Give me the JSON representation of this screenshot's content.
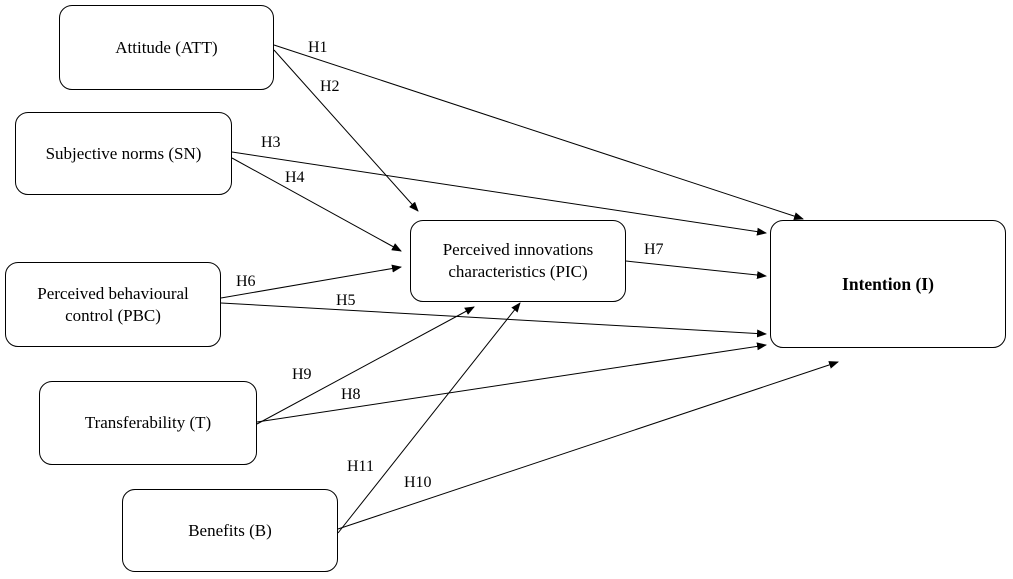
{
  "nodes": {
    "att": "Attitude (ATT)",
    "sn": "Subjective norms (SN)",
    "pbc": "Perceived behavioural\ncontrol (PBC)",
    "t": "Transferability (T)",
    "b": "Benefits (B)",
    "pic": "Perceived innovations\ncharacteristics (PIC)",
    "i": "Intention (I)"
  },
  "edges": [
    {
      "id": "H1",
      "from": "att",
      "to": "i",
      "label": "H1"
    },
    {
      "id": "H2",
      "from": "att",
      "to": "pic",
      "label": "H2"
    },
    {
      "id": "H3",
      "from": "sn",
      "to": "i",
      "label": "H3"
    },
    {
      "id": "H4",
      "from": "sn",
      "to": "pic",
      "label": "H4"
    },
    {
      "id": "H5",
      "from": "pbc",
      "to": "i",
      "label": "H5"
    },
    {
      "id": "H6",
      "from": "pbc",
      "to": "pic",
      "label": "H6"
    },
    {
      "id": "H7",
      "from": "pic",
      "to": "i",
      "label": "H7"
    },
    {
      "id": "H8",
      "from": "t",
      "to": "i",
      "label": "H8"
    },
    {
      "id": "H9",
      "from": "t",
      "to": "pic",
      "label": "H9"
    },
    {
      "id": "H10",
      "from": "b",
      "to": "i",
      "label": "H10"
    },
    {
      "id": "H11",
      "from": "b",
      "to": "pic",
      "label": "H11"
    }
  ],
  "colors": {
    "stroke": "#000000",
    "background": "#ffffff"
  }
}
